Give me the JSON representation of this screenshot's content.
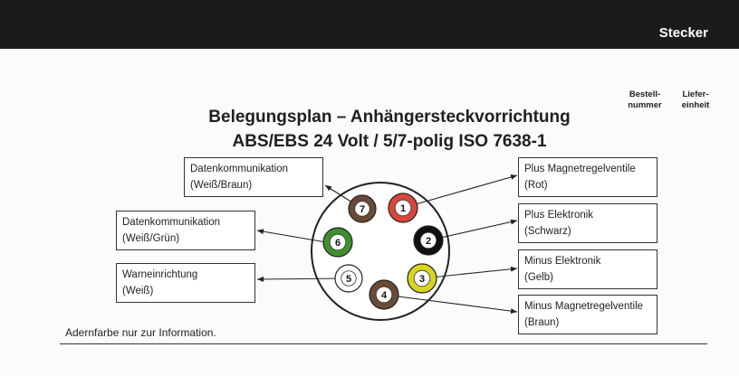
{
  "header": {
    "section_label": "Stecker"
  },
  "columns": {
    "order_number": "Bestell-\nnummer",
    "unit": "Liefer-\neinheit"
  },
  "title": {
    "line1": "Belegungsplan –  Anhängersteckvorrichtung",
    "line2": "ABS/EBS 24 Volt / 5/7-polig ISO 7638-1"
  },
  "labels": {
    "datenkomm_1": {
      "line1": "Datenkommunikation",
      "line2": "(Weiß/Braun)"
    },
    "datenkomm_2": {
      "line1": "Datenkommunikation",
      "line2": "(Weiß/Grün)"
    },
    "warn": {
      "line1": "Warneinrichtung",
      "line2": "(Weiß)"
    },
    "plus_magnet": {
      "line1": "Plus Magnetregelventile",
      "line2": "(Rot)"
    },
    "plus_elek": {
      "line1": "Plus Elektronik",
      "line2": "(Schwarz)"
    },
    "minus_elek": {
      "line1": "Minus Elektronik",
      "line2": "(Gelb)"
    },
    "minus_magnet": {
      "line1": "Minus Magnetregelventile",
      "line2": "(Braun)"
    }
  },
  "pins": [
    {
      "number": "1",
      "color": "#d9463c",
      "inner": "#ffffff"
    },
    {
      "number": "2",
      "color": "#111111",
      "inner": "#ffffff"
    },
    {
      "number": "3",
      "color": "#d8d51f",
      "inner": "#ffffff"
    },
    {
      "number": "4",
      "color": "#6a4a35",
      "inner": "#ffffff"
    },
    {
      "number": "5",
      "color": "#ffffff",
      "inner": "#ffffff"
    },
    {
      "number": "6",
      "color": "#3f8f2e",
      "inner": "#ffffff"
    },
    {
      "number": "7",
      "color": "#6a4a35",
      "inner": "#ffffff"
    }
  ],
  "footnote": "Adernfarbe nur zur Information."
}
